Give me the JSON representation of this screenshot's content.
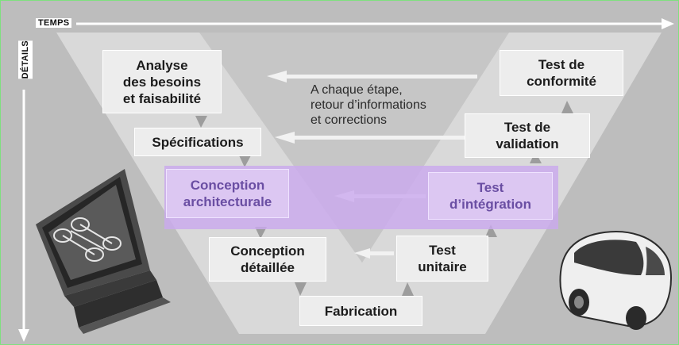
{
  "axes": {
    "time_label": "TEMPS",
    "details_label": "DÉTAILS"
  },
  "stages": {
    "analyse": "Analyse\ndes besoins\net faisabilité",
    "specifications": "Spécifications",
    "conception_architecturale": "Conception\narchitecturale",
    "conception_detaillee": "Conception\ndétaillée",
    "fabrication": "Fabrication",
    "test_unitaire": "Test\nunitaire",
    "test_integration": "Test\nd’intégration",
    "test_validation": "Test de\nvalidation",
    "test_conformite": "Test de\nconformité"
  },
  "feedback_note": "A chaque étape,\nretour d’informations\net corrections",
  "colors": {
    "background": "#bdbdbd",
    "v_shape": "#d9d9d9",
    "stage_box": "#ededed",
    "highlight_band": "#caaaee",
    "highlight_text": "#6a4ea3",
    "border": "#7fe07f"
  },
  "icons": [
    "computer-monitor-cad-icon",
    "car-icon"
  ]
}
